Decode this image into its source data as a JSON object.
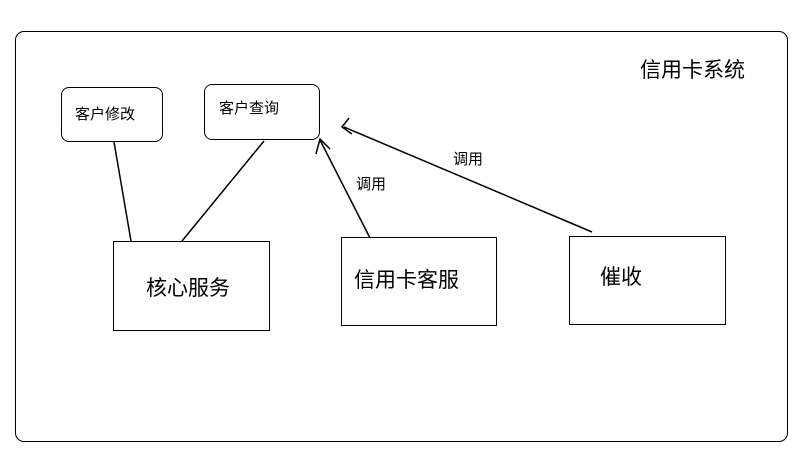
{
  "system": {
    "title": "信用卡系统"
  },
  "nodes": {
    "customer_modify": "客户修改",
    "customer_query": "客户查询",
    "core_service": "核心服务",
    "card_service": "信用卡客服",
    "collection": "催收"
  },
  "edges": {
    "card_service_call": "调用",
    "collection_call": "调用"
  },
  "colors": {
    "line": "#000000",
    "background": "#ffffff"
  }
}
